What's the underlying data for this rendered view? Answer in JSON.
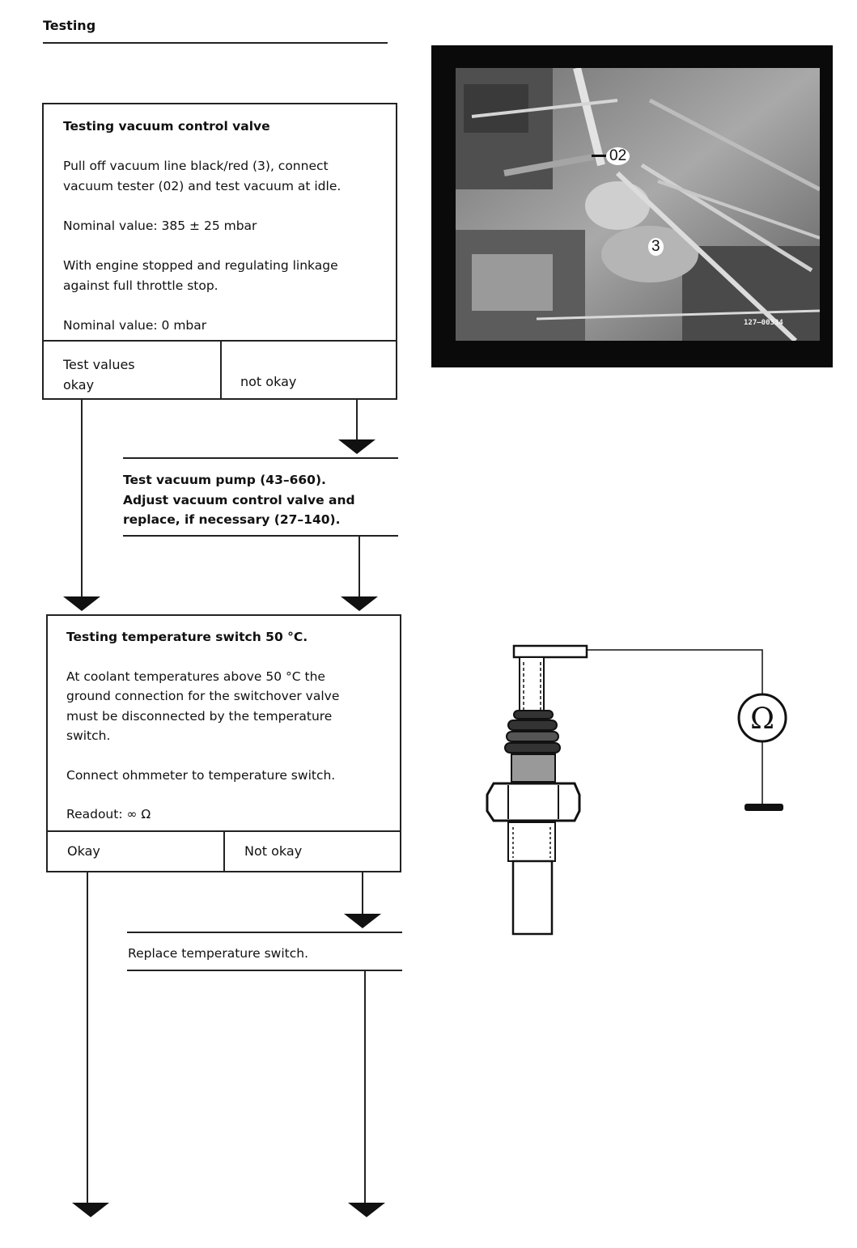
{
  "page": {
    "heading": "Testing"
  },
  "vacuum_box": {
    "title": "Testing vacuum control valve",
    "p1_line1": "Pull off vacuum line black/red (3), connect",
    "p1_line2": "vacuum tester (02) and test vacuum at idle.",
    "p2": "Nominal value: 385 ± 25 mbar",
    "p3_line1": "With engine stopped and regulating linkage",
    "p3_line2": "against full throttle stop.",
    "p4": "Nominal value: 0 mbar",
    "left_line1": "Test values",
    "left_line2": "okay",
    "right": "not okay"
  },
  "vacuum_action": {
    "line1": "Test vacuum pump (43–660).",
    "line2": "Adjust vacuum control valve and",
    "line3": "replace, if necessary (27–140)."
  },
  "temp_box": {
    "title": "Testing temperature switch 50 °C.",
    "p1_line1": "At coolant temperatures above 50 °C the",
    "p1_line2": "ground connection for the switchover valve",
    "p1_line3": "must be disconnected by the temperature",
    "p1_line4": "switch.",
    "p2": "Connect ohmmeter to temperature switch.",
    "p3": "Readout: ∞ Ω",
    "left": "Okay",
    "right": "Not okay"
  },
  "temp_action": {
    "text": "Replace temperature switch."
  },
  "photo": {
    "label_tester": "02",
    "label_line": "3",
    "ref_code": "127–00334"
  },
  "diagram": {
    "ohm_symbol": "Ω"
  },
  "icons": {
    "arrow": "arrow-down-icon",
    "ohmmeter": "ohmmeter-icon",
    "ground": "ground-icon"
  }
}
